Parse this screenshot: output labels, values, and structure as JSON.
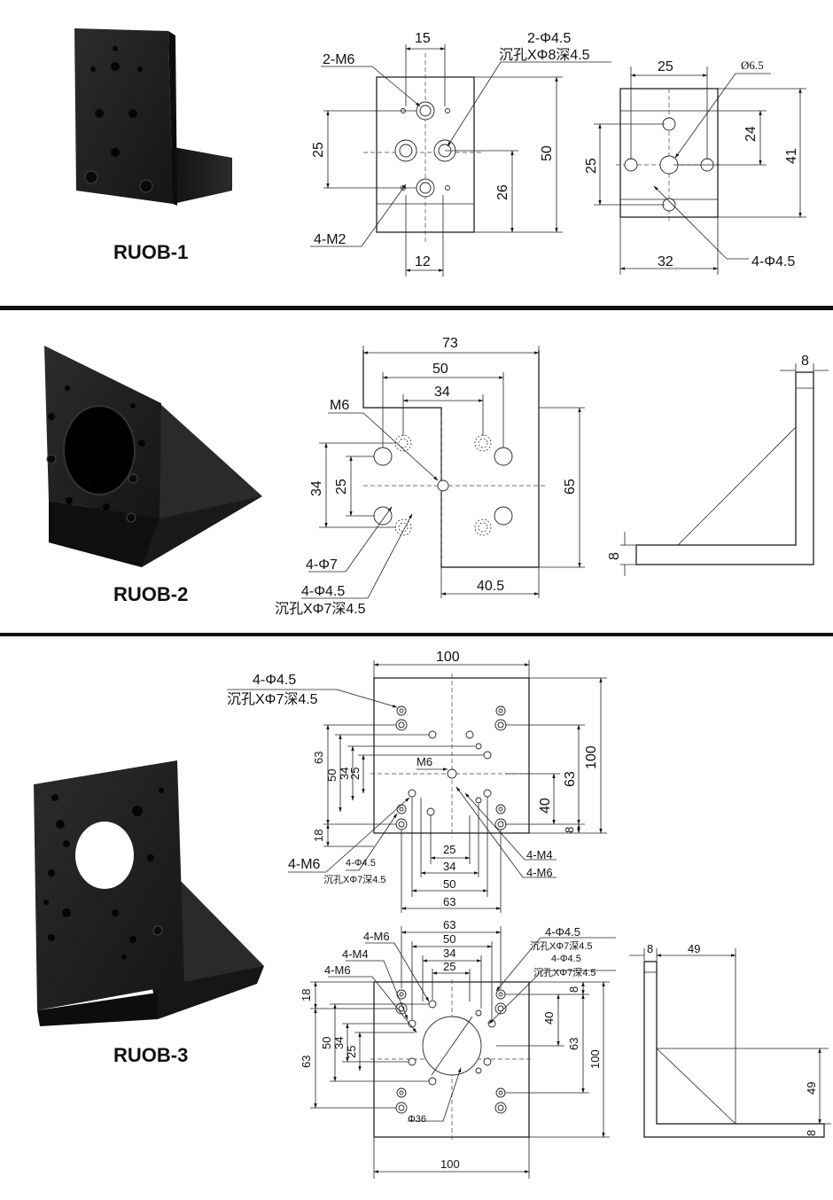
{
  "products": [
    {
      "name": "RUOB-1",
      "front_labels": {
        "top_dim": "15",
        "left_dim": "25",
        "height_dim": "50",
        "mid_dim": "26",
        "bottom_dim": "12",
        "thread_top": "2-M6",
        "thread_bottom": "4-M2",
        "cbore_line1": "2-Φ4.5",
        "cbore_line2": "沉孔XΦ8深4.5"
      },
      "side_labels": {
        "top_dim": "25",
        "dia": "Ø6.5",
        "right_inner": "24",
        "right_outer": "41",
        "left_dim": "25",
        "bottom_dim": "32",
        "holes": "4-Φ4.5"
      }
    },
    {
      "name": "RUOB-2",
      "front_labels": {
        "width": "73",
        "inner_w": "50",
        "inner_w2": "34",
        "thread": "M6",
        "left_outer": "34",
        "left_inner": "25",
        "height": "65",
        "bottom": "40.5",
        "holes": "4-Φ7",
        "cbore_line1": "4-Φ4.5",
        "cbore_line2": "沉孔XΦ7深4.5"
      },
      "side_labels": {
        "top": "8",
        "bottom": "8"
      }
    },
    {
      "name": "RUOB-3",
      "front_labels": {
        "width": "100",
        "cbore_line1": "4-Φ4.5",
        "cbore_line2": "沉孔XΦ7深4.5",
        "l63": "63",
        "l50": "50",
        "l34": "34",
        "l25": "25",
        "l18": "18",
        "thread": "M6",
        "r100": "100",
        "r63": "63",
        "r40": "40",
        "r8": "8",
        "m6": "4-M6",
        "sm1": "4-Φ4.5",
        "sm2": "沉孔XΦ7深4.5",
        "m4": "4-M4",
        "m6r": "4-M6",
        "b25": "25",
        "b34": "34",
        "b50": "50",
        "b63": "63"
      },
      "back_labels": {
        "t63": "63",
        "t50": "50",
        "t34": "34",
        "t25": "25",
        "m6": "4-M6",
        "m4": "4-M4",
        "m6b": "4-M6",
        "cb1": "4-Φ4.5",
        "cb2": "沉孔XΦ7深4.5",
        "cb3": "4-Φ4.5",
        "cb4": "沉孔XΦ7深4.5",
        "l18": "18",
        "l50": "50",
        "l34": "34",
        "l25": "25",
        "l63": "63",
        "r8": "8",
        "r40": "40",
        "r63": "63",
        "r100": "100",
        "dia": "Φ36",
        "bottom": "100"
      },
      "side_labels": {
        "top8": "8",
        "top49": "49",
        "r49": "49",
        "r8": "8"
      }
    }
  ],
  "colors": {
    "dark_part": "#1f1f1f",
    "part_edge": "#3a3a3a",
    "separator": "#111111"
  }
}
